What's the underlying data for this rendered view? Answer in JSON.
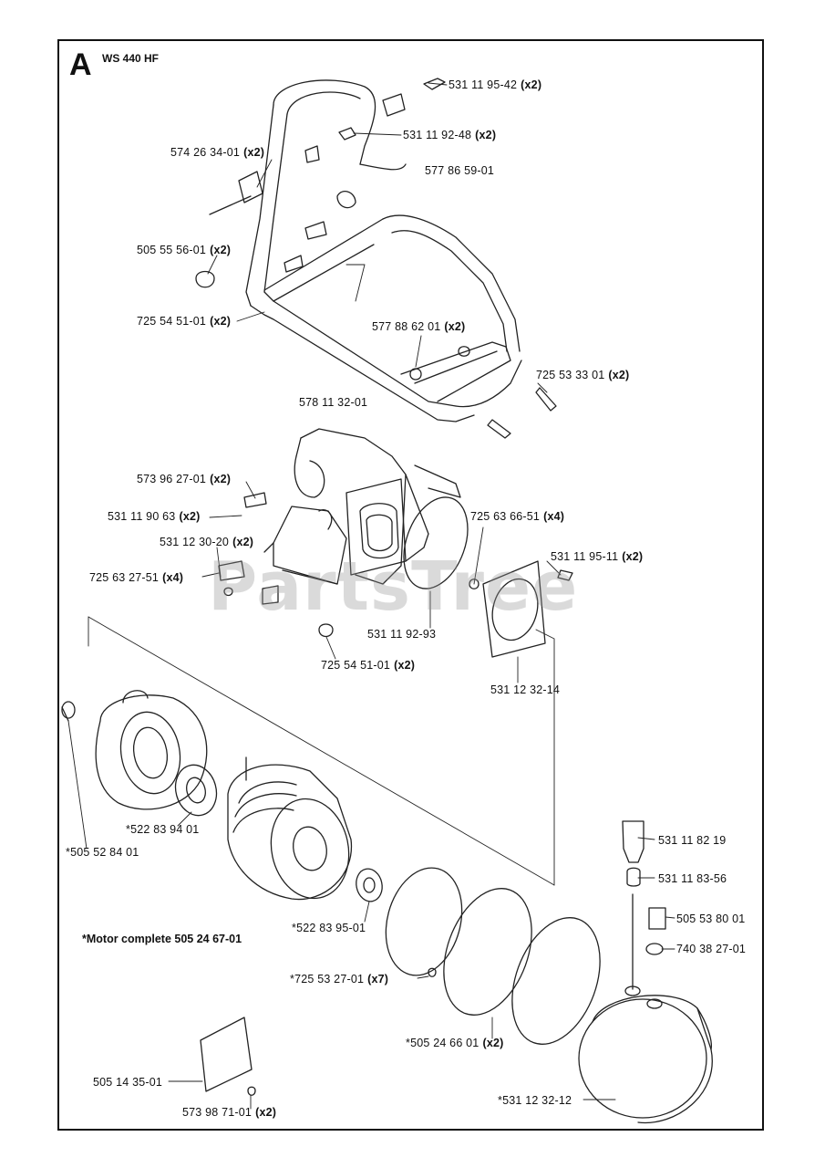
{
  "section": "A",
  "model": "WS 440 HF",
  "watermark": "PartsTree",
  "motor_note": "*Motor complete 505 24 67-01",
  "parts": [
    {
      "number": "531 11 95-42",
      "qty": "(x2)"
    },
    {
      "number": "531 11 92-48",
      "qty": "(x2)"
    },
    {
      "number": "577 86 59-01",
      "qty": ""
    },
    {
      "number": "574 26 34-01",
      "qty": "(x2)"
    },
    {
      "number": "505 55 56-01",
      "qty": "(x2)"
    },
    {
      "number": "725 54 51-01",
      "qty": "(x2)"
    },
    {
      "number": "577 88 62 01",
      "qty": "(x2)"
    },
    {
      "number": "725 53 33 01",
      "qty": "(x2)"
    },
    {
      "number": "578 11 32-01",
      "qty": ""
    },
    {
      "number": "573 96 27-01",
      "qty": "(x2)"
    },
    {
      "number": "531 11 90 63",
      "qty": "(x2)"
    },
    {
      "number": "725 63 66-51",
      "qty": "(x4)"
    },
    {
      "number": "531 12 30-20",
      "qty": "(x2)"
    },
    {
      "number": "531 11 95-11",
      "qty": "(x2)"
    },
    {
      "number": "725 63 27-51",
      "qty": "(x4)"
    },
    {
      "number": "531 11 92-93",
      "qty": ""
    },
    {
      "number": "725 54 51-01",
      "qty": "(x2)"
    },
    {
      "number": "531 12 32-14",
      "qty": ""
    },
    {
      "number": "*522 83 94 01",
      "qty": ""
    },
    {
      "number": "*505 52 84 01",
      "qty": ""
    },
    {
      "number": "531 11 82 19",
      "qty": ""
    },
    {
      "number": "531 11 83-56",
      "qty": ""
    },
    {
      "number": "*522 83 95-01",
      "qty": ""
    },
    {
      "number": "505 53 80 01",
      "qty": ""
    },
    {
      "number": "740 38 27-01",
      "qty": ""
    },
    {
      "number": "*725 53 27-01",
      "qty": "(x7)"
    },
    {
      "number": "*505 24 66 01",
      "qty": "(x2)"
    },
    {
      "number": "505 14 35-01",
      "qty": ""
    },
    {
      "number": "*531 12 32-12",
      "qty": ""
    },
    {
      "number": "573 98 71-01",
      "qty": "(x2)"
    }
  ]
}
